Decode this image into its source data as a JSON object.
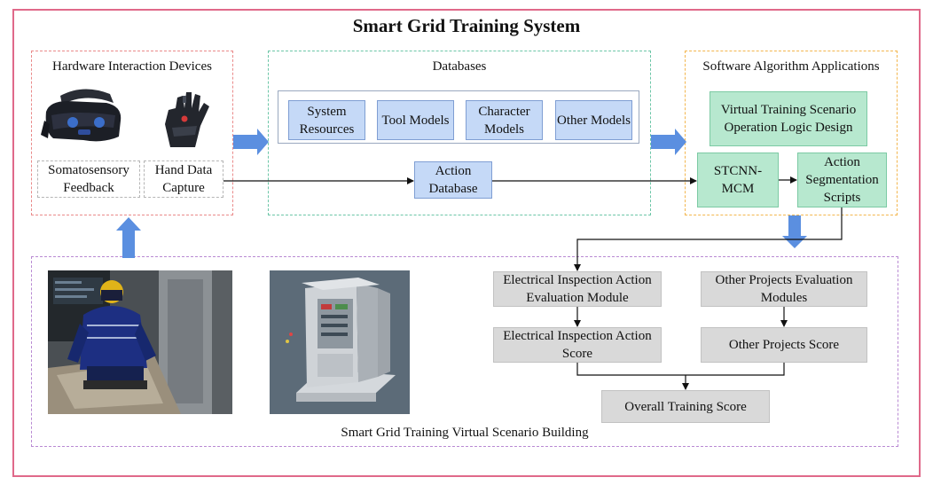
{
  "title": "Smart Grid Training System",
  "hardware": {
    "title": "Hardware Interaction Devices",
    "somatosensory": "Somatosensory Feedback",
    "hand_capture": "Hand Data Capture"
  },
  "databases": {
    "title": "Databases",
    "items": [
      "System Resources",
      "Tool Models",
      "Character Models",
      "Other Models"
    ],
    "action_db": "Action Database"
  },
  "software": {
    "title": "Software Algorithm Applications",
    "logic": "Virtual Training Scenario Operation Logic Design",
    "stcnn": "STCNN-MCM",
    "segmentation": "Action Segmentation Scripts"
  },
  "evaluation": {
    "elec_module": "Electrical Inspection Action Evaluation Module",
    "other_module": "Other Projects Evaluation Modules",
    "elec_score": "Electrical Inspection Action Score",
    "other_score": "Other Projects Score",
    "overall": "Overall Training Score"
  },
  "scenario": {
    "caption": "Smart Grid Training Virtual Scenario Building"
  },
  "colors": {
    "frame": "#e0698a",
    "hardware_border": "#ea8a8a",
    "database_border": "#6cc6a7",
    "software_border": "#f3b64e",
    "scenario_border": "#b98ad3",
    "blue_box": "#c5d9f7",
    "green_box": "#b7e8cf",
    "gray_box": "#d9d9d9",
    "arrow": "#5b8fe0"
  },
  "icons": [
    "vr-headset-icon",
    "haptic-glove-icon",
    "worker-scene-image",
    "switch-cabinet-image"
  ]
}
